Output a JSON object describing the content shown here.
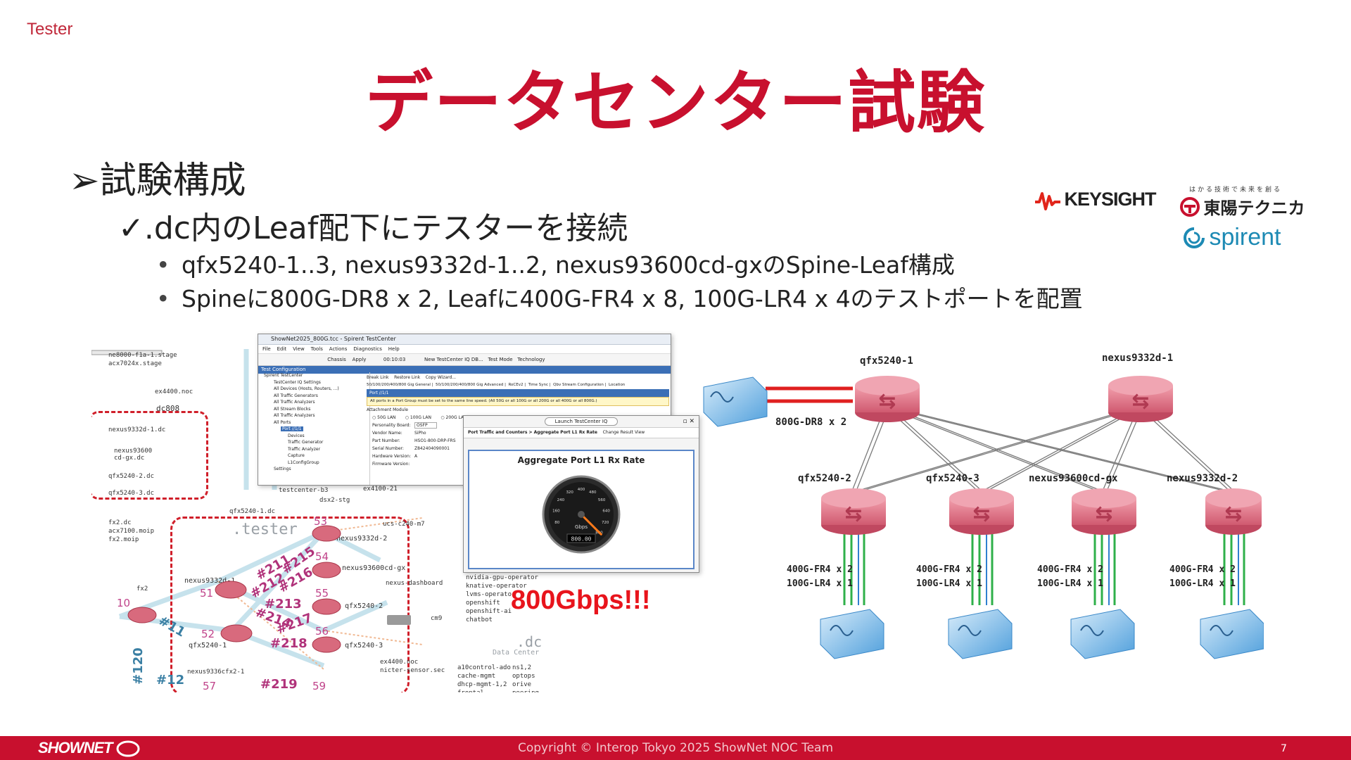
{
  "header": {
    "section_tag": "Tester",
    "title": "データセンター試験"
  },
  "bullets": {
    "level1": {
      "marker": "➢",
      "text": "試験構成"
    },
    "level2": {
      "marker": "✓",
      "text": ".dc内のLeaf配下にテスターを接続"
    },
    "level3": [
      {
        "marker": "•",
        "text": "qfx5240-1..3, nexus9332d-1..2, nexus93600cd-gxのSpine-Leaf構成"
      },
      {
        "marker": "•",
        "text": "Spineに800G-DR8 x 2, Leafに400G-FR4 x 8, 100G-LR4 x 4のテストポートを配置"
      }
    ]
  },
  "logos": {
    "keysight": "KEYSIGHT",
    "toyo_tagline": "はかる技術で未来を創る",
    "toyo": "東陽テクニカ",
    "spirent": "spirent"
  },
  "topology_map": {
    "area_labels": {
      "tester": ".tester",
      "dc": ".dc",
      "dc_sub": "Data Center"
    },
    "devices": [
      "ne8000-f1a-1.stage",
      "acx7024x.stage",
      "ex4400.noc",
      "dc808",
      "nexus9332d-1.dc",
      "nexus93600 cd-gx.dc",
      "qfx5240-2.dc",
      "qfx5240-3.dc",
      "fx2.dc",
      "acx7100.moip",
      "fx2.moip",
      "testcenter-b3",
      "dsx2-stg",
      "qfx5240-1.dc",
      "ex4100-21",
      "nexus9332d-1",
      "nexus9332d-2",
      "nexus93600cd-gx",
      "qfx5240-2",
      "qfx5240-1",
      "qfx5240-3",
      "nexus9336cfx2-1",
      "ucs-c240-m7",
      "nexus-dashboard",
      "fx2",
      "cm9",
      "ex4400.noc",
      "nicter-sensor.sec"
    ],
    "links": [
      "#211",
      "#212",
      "#213",
      "#214",
      "#215",
      "#216",
      "#217",
      "#218",
      "#219",
      "#11",
      "#12",
      "#120"
    ],
    "apps": [
      "nvidia-gpu-operator",
      "knative-operator",
      "lvms-operator",
      "openshift",
      "openshift-ai",
      "chatbot"
    ],
    "services": [
      "a10control-ado",
      "cache-mgmt",
      "dhcp-mgmt-1,2",
      "frontal",
      "ns1,2",
      "optops",
      "orive",
      "peering"
    ],
    "nodes_num": [
      "51",
      "52",
      "53",
      "54",
      "55",
      "56",
      "57",
      "59",
      "10"
    ]
  },
  "testcenter_window": {
    "title": "ShowNet2025_800G.tcc - Spirent TestCenter",
    "menus": [
      "File",
      "Edit",
      "View",
      "Tools",
      "Actions",
      "Diagnostics",
      "Help"
    ],
    "toolbar": [
      "Chassis",
      "Apply",
      "00:10:03",
      "New TestCenter IQ DB...",
      "Test Mode",
      "Technology"
    ],
    "panel_title": "Test Configuration",
    "tree": [
      "Spirent TestCenter",
      "TestCenter IQ Settings",
      "All Devices (Hosts, Routers, ...)",
      "All Traffic Generators",
      "All Traffic Analyzers",
      "All Stream Blocks",
      "All Traffic Analyzers",
      "All Ports",
      "Port //1/1",
      "Devices",
      "Traffic Generator",
      "Traffic Analyzer",
      "Capture",
      "L1ConfigGroup",
      "Settings"
    ],
    "tabs": [
      "50/100/200/400/800 Gig General",
      "50/100/200/400/800 Gig Advanced",
      "RoCEv2",
      "Time Sync",
      "Qbv Stream Configuration",
      "Location"
    ],
    "subtoolbar": [
      "Break Link",
      "Restore Link",
      "Copy Wizard..."
    ],
    "port": "Port //1/1",
    "note": "All ports in a Port Group must be set to the same line speed. (All 50G or all 100G or all 200G or all 400G or all 800G.)",
    "section": "Attachment Module",
    "options": [
      "50G LAN",
      "100G LAN",
      "200G LAN"
    ],
    "fields": [
      {
        "label": "Personality Board:",
        "value": "OSFP"
      },
      {
        "label": "Vendor Name:",
        "value": "SiPho"
      },
      {
        "label": "Part Number:",
        "value": "HSO1-800-DRP-FRS"
      },
      {
        "label": "Serial Number:",
        "value": "Z842404090001"
      },
      {
        "label": "Hardware Version:",
        "value": "A"
      },
      {
        "label": "Firmware Version:",
        "value": ""
      }
    ]
  },
  "iq_window": {
    "button": "Launch TestCenter IQ",
    "breadcrumb": "Port Traffic and Counters > Aggregate Port L1 Rx Rate",
    "change_view": "Change Result View",
    "gauge_title": "Aggregate Port L1 Rx Rate",
    "gauge_ticks": [
      "80",
      "160",
      "240",
      "320",
      "400",
      "480",
      "560",
      "640",
      "720",
      "800"
    ],
    "gauge_unit": "Gbps",
    "gauge_value": "800.00",
    "gauge_level": 1.0
  },
  "callout": "800Gbps!!!",
  "network_diagram": {
    "spines": [
      "qfx5240-1",
      "nexus9332d-1"
    ],
    "leaves": [
      "qfx5240-2",
      "qfx5240-3",
      "nexus93600cd-gx",
      "nexus9332d-2"
    ],
    "spine_test_label": "800G-DR8 x 2",
    "leaf_port_lines": [
      "400G-FR4 x 2",
      "100G-LR4 x 1"
    ],
    "colors": {
      "router": "#e26a7f",
      "tester": "#4fa3e0",
      "link_800g": "#e02020",
      "link_400g": "#2fb04a",
      "link_100g": "#2f7fd0",
      "fabric": "#777777"
    }
  },
  "footer": {
    "logo": "SHOWNET",
    "copyright": "Copyright © Interop Tokyo 2025 ShowNet NOC Team",
    "page": "7"
  }
}
